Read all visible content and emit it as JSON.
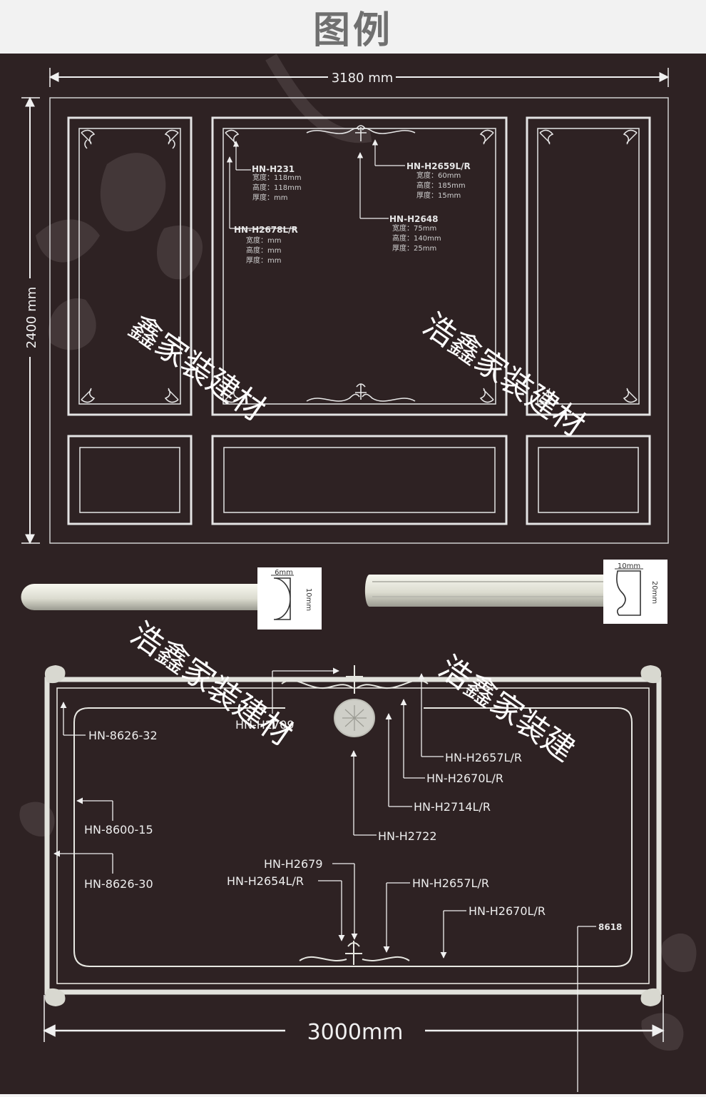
{
  "header": {
    "title": "图例"
  },
  "top_diagram": {
    "width_label": "3180 mm",
    "height_label": "2400 mm",
    "callouts": [
      {
        "code": "HN-H231",
        "spec": [
          "宽度：118mm",
          "高度：118mm",
          "厚度：mm"
        ]
      },
      {
        "code": "HN-H2659L/R",
        "spec": [
          "宽度：60mm",
          "高度：185mm",
          "厚度：15mm"
        ]
      },
      {
        "code": "HN-H2678L/R",
        "spec": [
          "宽度：mm",
          "高度：mm",
          "厚度：mm"
        ]
      },
      {
        "code": "HN-H2648",
        "spec": [
          "宽度：75mm",
          "高度：140mm",
          "厚度：25mm"
        ]
      }
    ]
  },
  "profiles": {
    "left": {
      "w": "6mm",
      "h": "10mm"
    },
    "right": {
      "w": "10mm",
      "h": "20mm"
    }
  },
  "bottom_diagram": {
    "width_label": "3000mm",
    "labels": {
      "h2709": "HN-H2709",
      "p8626_32": "HN-8626-32",
      "h2657_top": "HN-H2657L/R",
      "h2670_top": "HN-H2670L/R",
      "h2714": "HN-H2714L/R",
      "h2722": "HN-H2722",
      "p8600_15": "HN-8600-15",
      "p8626_30": "HN-8626-30",
      "h2679": "HN-H2679",
      "h2654": "HN-H2654L/R",
      "h2657_bot": "HN-H2657L/R",
      "h2670_bot": "HN-H2670L/R",
      "p8618": "8618"
    }
  },
  "watermarks": {
    "wm1": "鑫家装建材",
    "wm2": "浩鑫家装建材",
    "wm3": "浩鑫家装建材",
    "wm4": "浩鑫家装建"
  }
}
